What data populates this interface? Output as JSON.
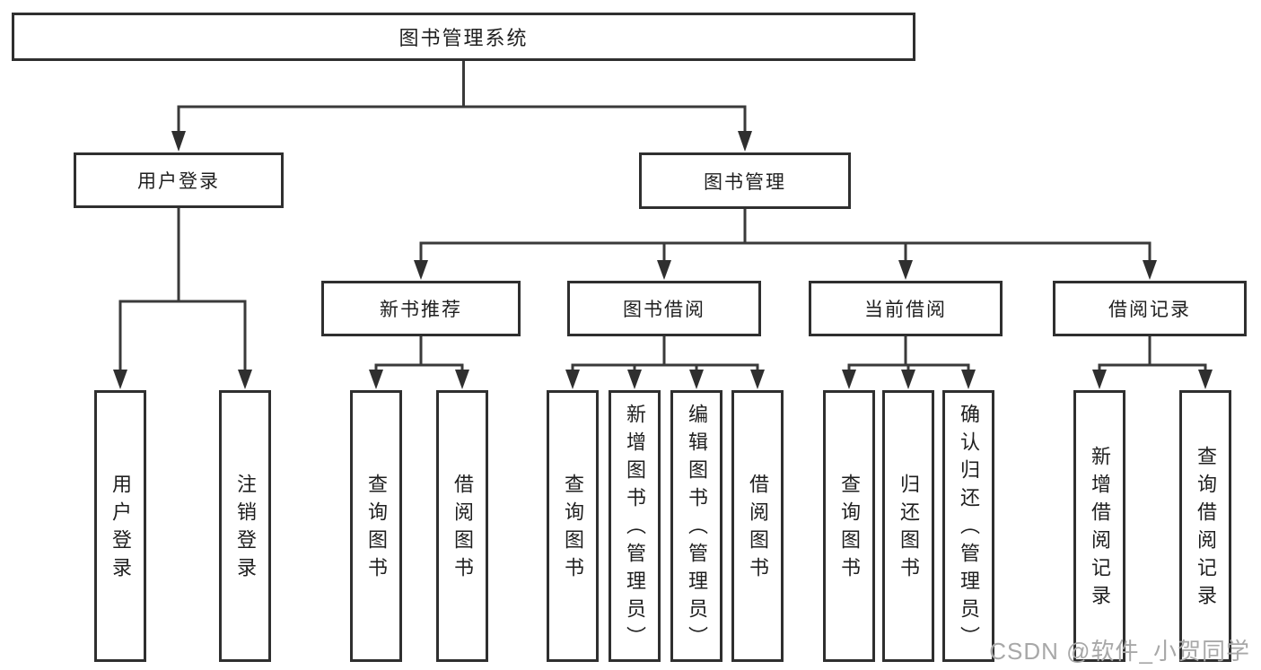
{
  "diagram_type": "hierarchy-tree",
  "tree": {
    "root": {
      "label": "图书管理系统"
    },
    "children": [
      {
        "label": "用户登录",
        "children": [
          {
            "label": "用户登录"
          },
          {
            "label": "注销登录"
          }
        ]
      },
      {
        "label": "图书管理",
        "children": [
          {
            "label": "新书推荐",
            "children": [
              {
                "label": "查询图书"
              },
              {
                "label": "借阅图书"
              }
            ]
          },
          {
            "label": "图书借阅",
            "children": [
              {
                "label": "查询图书"
              },
              {
                "label": "新增图书（管理员）"
              },
              {
                "label": "编辑图书（管理员）"
              },
              {
                "label": "借阅图书"
              }
            ]
          },
          {
            "label": "当前借阅",
            "children": [
              {
                "label": "查询图书"
              },
              {
                "label": "归还图书"
              },
              {
                "label": "确认归还（管理员）"
              }
            ]
          },
          {
            "label": "借阅记录",
            "children": [
              {
                "label": "新增借阅记录"
              },
              {
                "label": "查询借阅记录"
              }
            ]
          }
        ]
      }
    ]
  },
  "watermark": "CSDN @软件_小贺同学",
  "colors": {
    "background": "#ffffff",
    "box_border": "#2f2f2f",
    "box_fill": "#ffffff",
    "text": "#1f1f1f",
    "connector_line": "#3a3a3a",
    "watermark_text": "#a8a8a8"
  }
}
